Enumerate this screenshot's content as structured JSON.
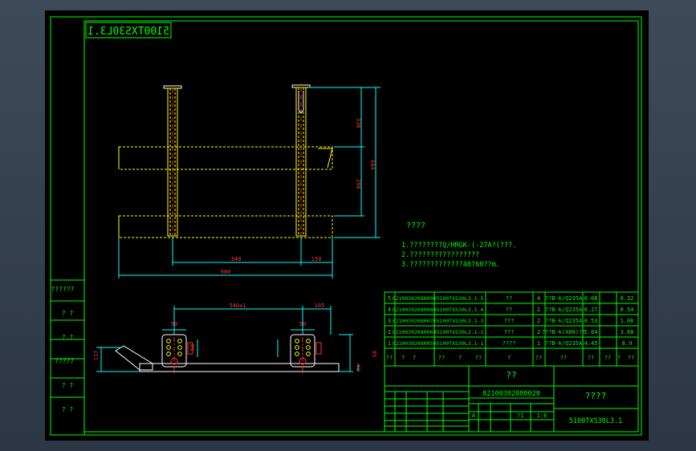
{
  "drawing": {
    "mirror_code": "5100TXS30L3.1",
    "dims": {
      "h_total": "664",
      "h_upper": "330",
      "h_lower": "290",
      "w_inner": "340",
      "w_offset": "150",
      "w_total": "980",
      "plan_span": "540±1",
      "plan_right": "105",
      "plan_w1": "50",
      "plan_w2": "50",
      "plan_h_left": "117",
      "plan_h_mid": "50",
      "plan_h_right": "85",
      "plan_h_base": "40"
    },
    "notes": {
      "heading": "????",
      "lines": [
        "1.????????Q/HRGK-(-27A?(???.",
        "2.?????????????????",
        "3.?????????????40?60??m."
      ]
    },
    "bom": {
      "rows": [
        [
          "5",
          "02100302080090",
          "5100TXS30L3.1-5",
          "??",
          "4",
          "??B-k/Q235A",
          "0.08",
          "0.32"
        ],
        [
          "4",
          "02100302080080",
          "5100TXS30L3.1-4",
          "??",
          "2",
          "??B-k/Q235A",
          "0.27",
          "0.54"
        ],
        [
          "3",
          "02100302080070",
          "5100TXS30L3.1-3",
          "???",
          "2",
          "??B-k/Q235A",
          "0.53",
          "1.06"
        ],
        [
          "2",
          "02100302080060",
          "5100TXS30L3.1-2",
          "???",
          "2",
          "???B-k(X80)??",
          "1.84",
          "3.68"
        ],
        [
          "1",
          "02100302080050",
          "5100TXS30L3.1-1",
          "????",
          "1",
          "??B-k/Q235A",
          "4.45",
          "8.9"
        ]
      ],
      "header": [
        "??",
        "?",
        "?",
        "??",
        "?",
        "??",
        "?",
        "??",
        "??",
        "??",
        "??",
        "?",
        "??"
      ]
    },
    "title_block": {
      "name": "??",
      "code": "02100302080020",
      "company": "????",
      "drawing_no": "5100TXS30L3.1",
      "stage": "A",
      "sheet": "?1",
      "scale": "1:6"
    },
    "left_strip": [
      "??????",
      "? ?",
      "? ?",
      "?????",
      "? ?",
      "? ?"
    ]
  }
}
